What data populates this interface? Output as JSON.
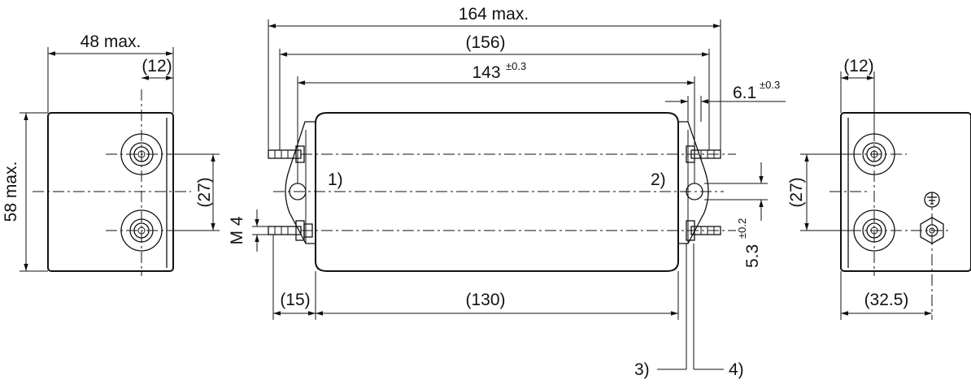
{
  "dimensions": {
    "overall_max": "164 max.",
    "pitch_156": "(156)",
    "hole_spacing": "143",
    "hole_spacing_tol": "±0.3",
    "flange_width": "6.1",
    "flange_width_tol": "±0.3",
    "body_length": "(130)",
    "stud_offset": "(15)",
    "stud_height": "5.3",
    "stud_height_tol": "±0.2",
    "thread": "M 4",
    "left_width": "48 max.",
    "left_terminal_offset": "(12)",
    "left_terminal_pitch": "(27)",
    "height": "58 max.",
    "right_terminal_offset": "(12)",
    "right_terminal_pitch": "(27)",
    "right_ground_offset": "(32.5)"
  },
  "callouts": {
    "c1": "1)",
    "c2": "2)",
    "c3": "3)",
    "c4": "4)"
  },
  "symbols": {
    "ground": "protective-earth-symbol"
  }
}
